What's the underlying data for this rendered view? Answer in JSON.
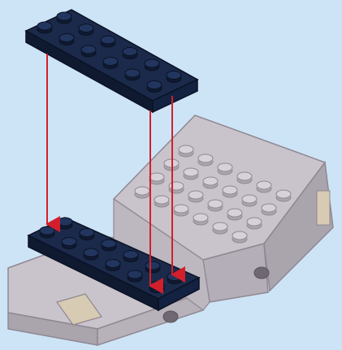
{
  "scene": {
    "background": "#cde4f6",
    "colors": {
      "new_plate": "#1b2a4a",
      "new_plate_side": "#0f1a31",
      "base_top": "#c9c4cb",
      "base_side": "#aaa4ad",
      "base_edge": "#8f8892",
      "stud_top": "#d7d2d9",
      "arrow": "#d21f2b",
      "tile_tan": "#d8cbb3"
    },
    "parts": [
      {
        "name": "new-plate",
        "type": "plate-2x6",
        "color": "dark-blue"
      },
      {
        "name": "placed-plate",
        "type": "plate-2x6",
        "color": "dark-blue"
      },
      {
        "name": "base-assembly",
        "type": "sub-assembly",
        "color": "light-bluish-gray"
      }
    ],
    "arrows": [
      {
        "name": "arrow-left"
      },
      {
        "name": "arrow-middle"
      },
      {
        "name": "arrow-right"
      }
    ]
  }
}
